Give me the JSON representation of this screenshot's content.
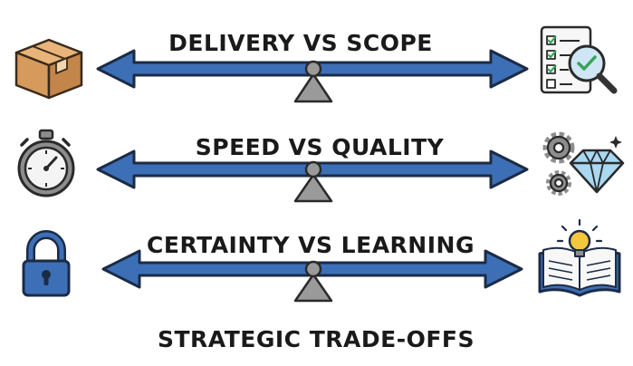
{
  "rows": [
    {
      "title": "DELIVERY VS SCOPE",
      "left_icon": "cardboard-box-icon",
      "right_icon": "checklist-magnifier-icon"
    },
    {
      "title": "SPEED VS QUALITY",
      "left_icon": "stopwatch-icon",
      "right_icon": "gears-diamond-icon"
    },
    {
      "title": "CERTAINTY VS LEARNING",
      "left_icon": "padlock-icon",
      "right_icon": "open-book-lightbulb-icon"
    }
  ],
  "footer": {
    "title": "STRATEGIC TRADE-OFFS"
  },
  "colors": {
    "arrow_fill": "#3d6fb6",
    "arrow_stroke": "#1c2b45",
    "fulcrum": "#9a9a9a",
    "box": "#d69a5c",
    "lock": "#3d6fb6",
    "diamond": "#a9d8f0",
    "bulb": "#f3c83c"
  }
}
